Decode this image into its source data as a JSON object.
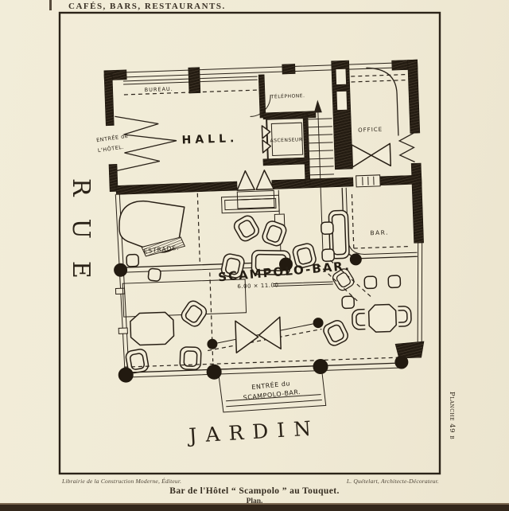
{
  "page": {
    "header": "CAFÉS, BARS, RESTAURANTS.",
    "plate_label": "Planche 49 b",
    "footer_left": "Librairie de la Construction Moderne, Éditeur.",
    "footer_right": "L. Quételart, Architecte-Décorateur.",
    "caption_title": "Bar de l'Hôtel “ Scampolo ” au Touquet.",
    "caption_subtitle": "Plan.",
    "colors": {
      "paper": "#f1ebd7",
      "ink": "#2a2217",
      "wall": "#241c12"
    }
  },
  "plan": {
    "street_label": "RUE",
    "garden_label": "JARDIN",
    "labels": {
      "bureau": "BUREAU.",
      "hall": "HALL.",
      "telephone": "TÉLÉPHONE.",
      "ascenseur": "ASCENSEUR",
      "office": "OFFICE",
      "hotel_entrance_line1": "ENTRÉE de",
      "hotel_entrance_line2": "L'HÔTEL.",
      "estrade": "ESTRADE.",
      "scampolo_bar": "SCAMPOLO-BAR.",
      "dimension": "6.00 × 11.00",
      "bar": "BAR.",
      "bar_entrance_line1": "ENTRÉE du",
      "bar_entrance_line2": "SCAMPOLO-BAR."
    }
  }
}
